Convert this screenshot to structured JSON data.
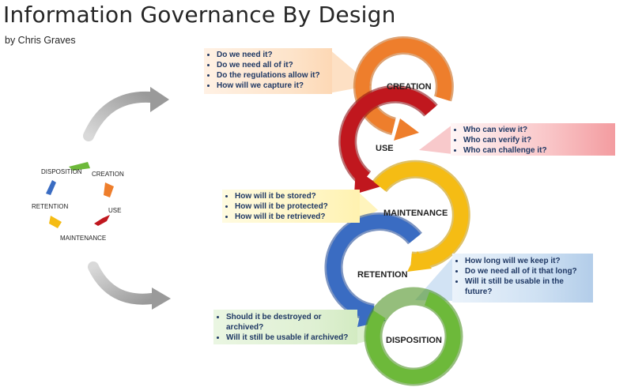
{
  "title": "Information Governance By Design",
  "byline": "by Chris Graves",
  "colors": {
    "creation": "#ee7e2c",
    "use": "#c0171e",
    "maintenance": "#f5bc14",
    "retention": "#3a6cc2",
    "disposition": "#6db93a",
    "callout_text": "#1f3864",
    "arrow_gray": "#a6a6a6"
  },
  "small_cycle": {
    "labels": {
      "disposition": "DISPOSITION",
      "creation": "CREATION",
      "use": "USE",
      "maintenance": "MAINTENANCE",
      "retention": "RETENTION"
    }
  },
  "stages": {
    "creation": {
      "label": "CREATION",
      "questions": [
        "Do we need it?",
        "Do we need all of it?",
        "Do the regulations allow it?",
        "How will we capture it?"
      ]
    },
    "use": {
      "label": "USE",
      "questions": [
        "Who can view it?",
        "Who can verify it?",
        "Who can challenge it?"
      ]
    },
    "maintenance": {
      "label": "MAINTENANCE",
      "questions": [
        "How will it be stored?",
        "How will it be protected?",
        "How will it be retrieved?"
      ]
    },
    "retention": {
      "label": "RETENTION",
      "questions": [
        "How long will we keep it?",
        "Do we need all of it that long?",
        "Will it still be usable in the future?"
      ]
    },
    "disposition": {
      "label": "DISPOSITION",
      "questions": [
        "Should it be destroyed or archived?",
        "Will it still be usable if archived?"
      ]
    }
  }
}
